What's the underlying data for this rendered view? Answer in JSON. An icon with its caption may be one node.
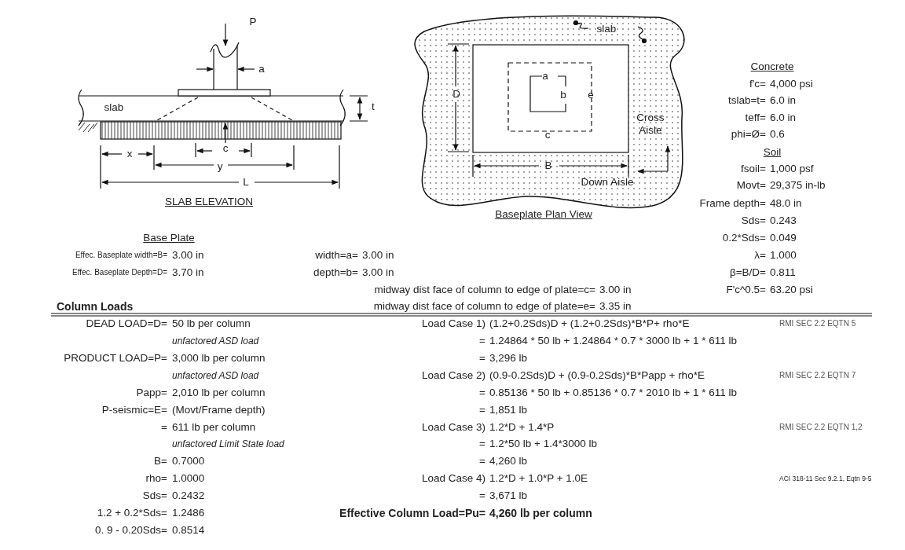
{
  "diagram": {
    "labels": [
      "P",
      "a",
      "slab",
      "t",
      "x",
      "c",
      "y",
      "L",
      "SLAB ELEVATION",
      "slab",
      "a",
      "D",
      "b",
      "e",
      "Cross Aisle",
      "c",
      "B",
      "Down Aisle",
      "Baseplate Plan View",
      "Concrete",
      "f'c=",
      "4,000 psi",
      "tslab=t=",
      "6.0 in",
      "teff=",
      "6.0 in",
      "phi=Ø=",
      "0.6",
      "Soil",
      "fsoil=",
      "1,000 psf",
      "Movt=",
      "29,375 in-lb",
      "Frame depth=",
      "48.0 in",
      "Sds=",
      "0.243",
      "0.2*Sds=",
      "0.049",
      "λ=",
      "1.000",
      "β=B/D=",
      "0.811",
      "F'c^0.5=",
      "63.20 psi",
      "Base Plate",
      "Effec. Baseplate width=B=",
      "3.00 in",
      "width=a=",
      "3.00 in",
      "Effec. Baseplate Depth=D=",
      "3.70 in",
      "depth=b=",
      "3.00 in",
      "midway dist face of column to edge of plate=c=",
      "3.00 in",
      "Column Loads",
      "midway dist face of column to edge of plate=e=",
      "3.35 in",
      "DEAD LOAD=D=",
      "50 lb per column",
      "Load Case 1)",
      "(1.2+0.2Sds)D + (1.2+0.2Sds)*B*P+ rho*E",
      "RMI SEC 2.2 EQTN 5",
      "unfactored ASD load",
      "=",
      "1.24864 * 50 lb + 1.24864 * 0.7 * 3000 lb + 1 * 611 lb",
      "PRODUCT LOAD=P=",
      "3,000 lb per column",
      "=",
      "3,296 lb",
      "unfactored ASD load",
      "Load Case 2)",
      "(0.9-0.2Sds)D + (0.9-0.2Sds)*B*Papp + rho*E",
      "RMI SEC 2.2 EQTN 7",
      "Papp=",
      "2,010 lb per column",
      "=",
      "0.85136 * 50 lb + 0.85136 * 0.7 * 2010 lb + 1 * 611 lb",
      "P-seismic=E=",
      "(Movt/Frame depth)",
      "=",
      "1,851 lb",
      "=",
      "611 lb per column",
      "Load Case 3)",
      "1.2*D + 1.4*P",
      "RMI SEC 2.2 EQTN 1,2",
      "unfactored Limit State load",
      "=",
      "1.2*50 lb + 1.4*3000 lb",
      "B=",
      "0.7000",
      "=",
      "4,260 lb",
      "rho=",
      "1.0000",
      "Load Case 4)",
      "1.2*D + 1.0*P + 1.0E",
      "ACI 318-11 Sec 9.2.1, Eqtn 9-5",
      "Sds=",
      "0.2432",
      "=",
      "3,671 lb",
      "1.2 + 0.2*Sds=",
      "1.2486",
      "Effective Column Load=Pu=",
      "4,260 lb per column",
      "0. 9 - 0.20Sds=",
      "0.8514"
    ]
  }
}
